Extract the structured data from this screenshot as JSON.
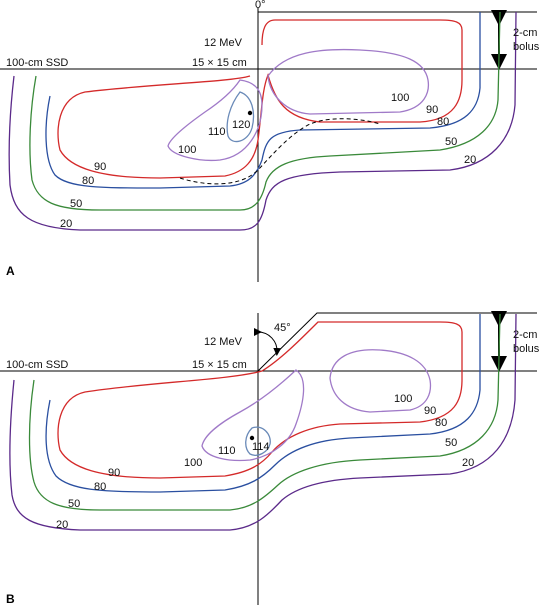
{
  "colors": {
    "iso_20": "#5b2a8a",
    "iso_50": "#3a8a3a",
    "iso_80": "#2a4fa0",
    "iso_90": "#d42a2a",
    "iso_100": "#a07ac8",
    "iso_110": "#6a8ab8",
    "dashed": "#000000"
  },
  "panel_a": {
    "letter": "A",
    "angle": "0°",
    "energy": "12 MeV",
    "field": "15 × 15 cm",
    "ssd": "100-cm SSD",
    "bolus_top": "2-cm",
    "bolus_bottom": "bolus",
    "iso_labels": {
      "l90": "90",
      "l80": "80",
      "l50": "50",
      "l20": "20",
      "l100_left": "100",
      "l110": "110",
      "l120": "120",
      "r100": "100",
      "r90": "90",
      "r80": "80",
      "r50": "50",
      "r20": "20"
    }
  },
  "panel_b": {
    "letter": "B",
    "angle": "45°",
    "energy": "12 MeV",
    "field": "15 × 15 cm",
    "ssd": "100-cm SSD",
    "bolus_top": "2-cm",
    "bolus_bottom": "bolus",
    "iso_labels": {
      "l90": "90",
      "l80": "80",
      "l50": "50",
      "l20": "20",
      "l100_left": "100",
      "l110": "110",
      "l114": "114",
      "r100": "100",
      "r90": "90",
      "r80": "80",
      "r50": "50",
      "r20": "20"
    }
  }
}
